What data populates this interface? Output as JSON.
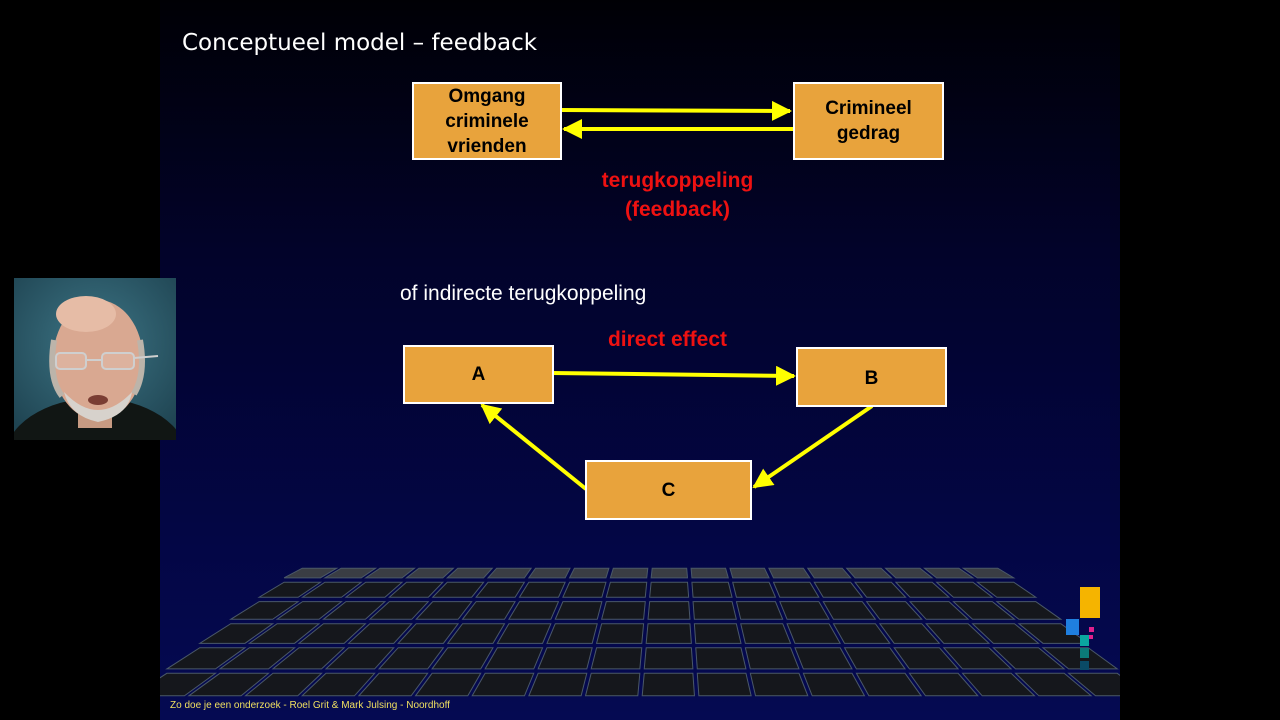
{
  "title": "Conceptueel model – feedback",
  "top_model": {
    "box_left": [
      "Omgang",
      "criminele",
      "vrienden"
    ],
    "box_right": [
      "Crimineel",
      "gedrag"
    ],
    "feedback_label": [
      "terugkoppeling",
      "(feedback)"
    ]
  },
  "bottom_model": {
    "subtitle": "of indirecte terugkoppeling",
    "direct_label": "direct effect",
    "box_a": "A",
    "box_b": "B",
    "box_c": "C"
  },
  "footer": "Zo doe je een onderzoek -  Roel Grit & Mark Julsing  - Noordhoff",
  "colors": {
    "box_fill": "#e8a33c",
    "arrow": "#ffff00",
    "emphasis_text": "#ee1111",
    "footer_text": "#f0e060"
  }
}
